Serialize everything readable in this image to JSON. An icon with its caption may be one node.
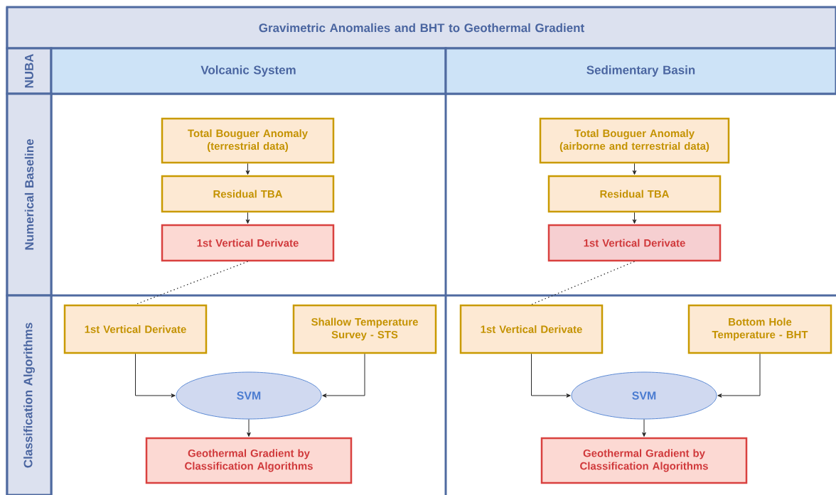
{
  "diagram": {
    "nodes": [
      {
        "text": [
          "Gravimetric Anomalies and BHT to Geothermal Gradient"
        ]
      },
      {
        "text": [
          "NUBA"
        ]
      },
      {
        "text": [
          "Volcanic System"
        ]
      },
      {
        "text": [
          "Sedimentary Basin"
        ]
      },
      {
        "text": [
          "Numerical Baseline"
        ]
      },
      {
        "text": [
          "Classification Algorithms"
        ]
      },
      {
        "text": [
          "Total Bouguer Anomaly (terrestrial data)"
        ]
      },
      {
        "text": [
          "Residual TBA"
        ]
      },
      {
        "text": [
          "1st Vertical Derivate"
        ]
      },
      {
        "text": [
          "Total Bouguer Anomaly (airborne and terrestrial data)"
        ]
      },
      {
        "text": [
          "Residual TBA"
        ]
      },
      {
        "text": [
          "1st Vertical Derivate"
        ]
      },
      {
        "text": [
          "1st Vertical Derivate"
        ]
      },
      {
        "text": [
          "Shallow Temperature Survey - STS"
        ]
      },
      {
        "text": [
          "SVM"
        ]
      },
      {
        "text": [
          "Geothermal Gradient by Classification Algorithms"
        ]
      },
      {
        "text": [
          "1st Vertical Derivate"
        ]
      },
      {
        "text": [
          "Bottom Hole Temperature - BHT"
        ]
      },
      {
        "text": [
          "SVM"
        ]
      },
      {
        "text": [
          "Geothermal Gradient by Classification Algorithms"
        ]
      }
    ],
    "edges": [
      {
        "from": 6,
        "to": 7,
        "arrow": "to"
      },
      {
        "from": 7,
        "to": 8,
        "arrow": "to"
      },
      {
        "from": 8,
        "to": 12,
        "arrow": "none",
        "style": "dashed"
      },
      {
        "from": 12,
        "to": 14,
        "arrow": "to"
      },
      {
        "from": 13,
        "to": 14,
        "arrow": "to"
      },
      {
        "from": 14,
        "to": 15,
        "arrow": "to"
      },
      {
        "from": 9,
        "to": 10,
        "arrow": "to"
      },
      {
        "from": 10,
        "to": 11,
        "arrow": "to"
      },
      {
        "from": 11,
        "to": 16,
        "arrow": "none",
        "style": "dashed"
      },
      {
        "from": 16,
        "to": 18,
        "arrow": "to"
      },
      {
        "from": 17,
        "to": 18,
        "arrow": "to"
      },
      {
        "from": 18,
        "to": 19,
        "arrow": "to"
      }
    ]
  }
}
